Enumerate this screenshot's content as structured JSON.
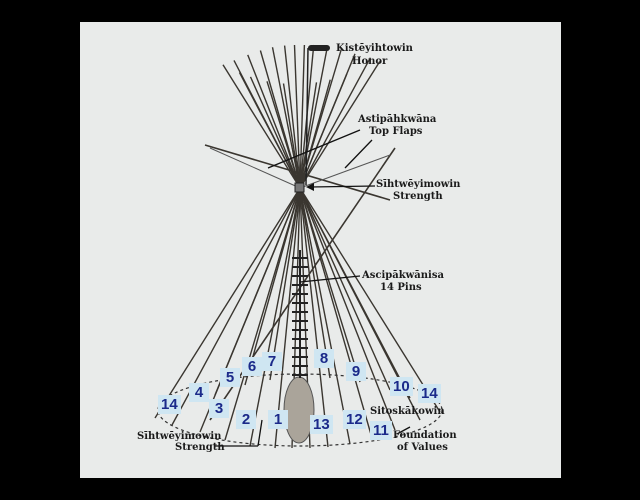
{
  "labels": {
    "top_name": "Kistēyihtowin",
    "top_meaning": "Honor",
    "flaps_name": "Astipāhkwāna",
    "flaps_meaning": "Top Flaps",
    "tie_name": "Sīhtwēyimowin",
    "tie_meaning": "Strength",
    "pins_name": "Ascipākwānisa",
    "pins_meaning": "14 Pins",
    "base_name": "Sitoskākowin",
    "base_meaning_1": "Foundation",
    "base_meaning_2": "of Values",
    "bottom_tie_name": "Sīhtwēyimowin",
    "bottom_tie_meaning": "Strength"
  },
  "pole_numbers": [
    "14",
    "4",
    "3",
    "5",
    "6",
    "7",
    "2",
    "1",
    "8",
    "9",
    "13",
    "12",
    "10",
    "14",
    "11"
  ],
  "colors": {
    "background": "#e9ebea",
    "badge": "#cfe6f2",
    "badge_text": "#1b2a8a",
    "line": "#3a3630"
  }
}
